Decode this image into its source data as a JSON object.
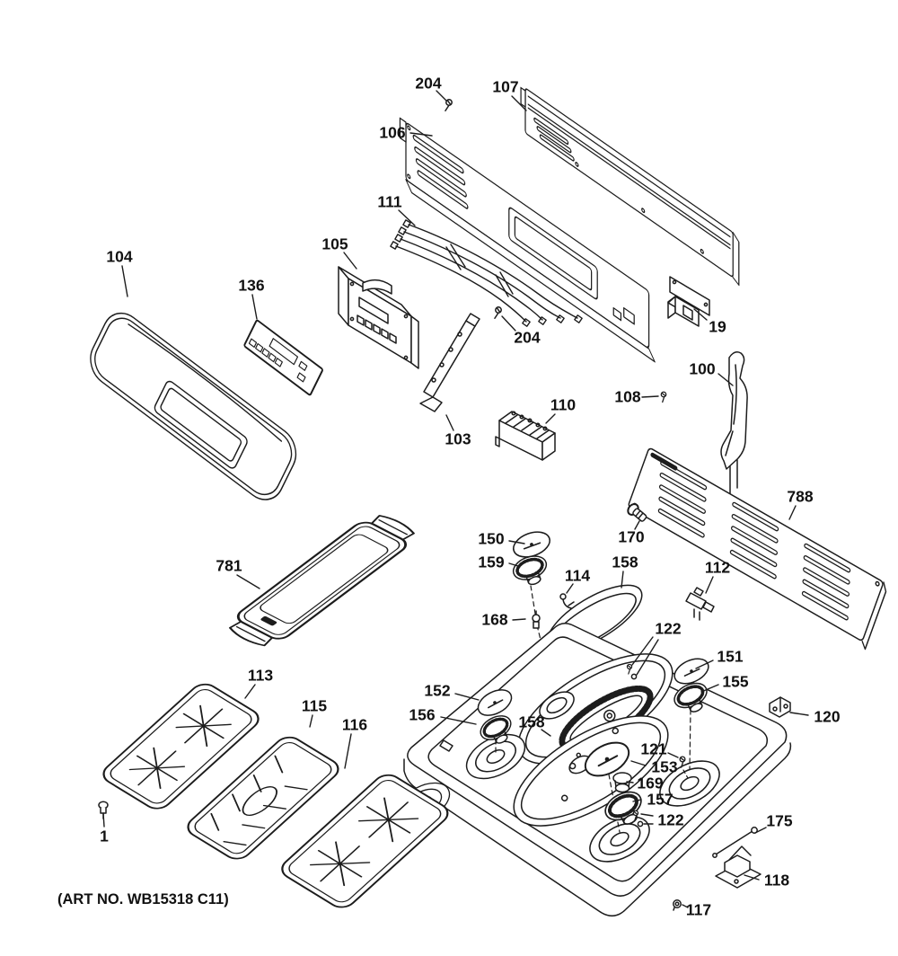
{
  "colors": {
    "background": "#ffffff",
    "line": "#1c1c1c"
  },
  "diagram": {
    "art_no": "(ART NO. WB15318 C11)",
    "callouts": [
      {
        "label": "204"
      },
      {
        "label": "107"
      },
      {
        "label": "106"
      },
      {
        "label": "111"
      },
      {
        "label": "105"
      },
      {
        "label": "136"
      },
      {
        "label": "104"
      },
      {
        "label": "19"
      },
      {
        "label": "204"
      },
      {
        "label": "100"
      },
      {
        "label": "108"
      },
      {
        "label": "110"
      },
      {
        "label": "103"
      },
      {
        "label": "788"
      },
      {
        "label": "170"
      },
      {
        "label": "150"
      },
      {
        "label": "159"
      },
      {
        "label": "114"
      },
      {
        "label": "158"
      },
      {
        "label": "112"
      },
      {
        "label": "168"
      },
      {
        "label": "122"
      },
      {
        "label": "151"
      },
      {
        "label": "155"
      },
      {
        "label": "120"
      },
      {
        "label": "152"
      },
      {
        "label": "156"
      },
      {
        "label": "158"
      },
      {
        "label": "781"
      },
      {
        "label": "113"
      },
      {
        "label": "115"
      },
      {
        "label": "116"
      },
      {
        "label": "1"
      },
      {
        "label": "121"
      },
      {
        "label": "153"
      },
      {
        "label": "169"
      },
      {
        "label": "157"
      },
      {
        "label": "122"
      },
      {
        "label": "175"
      },
      {
        "label": "118"
      },
      {
        "label": "117"
      }
    ]
  }
}
